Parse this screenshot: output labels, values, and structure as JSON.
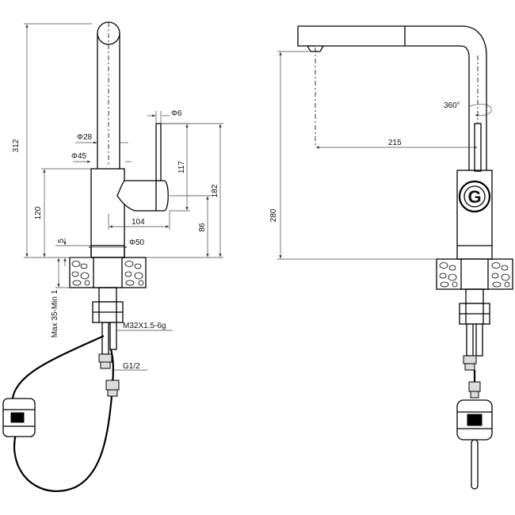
{
  "drawing": {
    "front_view": {
      "dim_total_height": "312",
      "dim_spout_diameter": "Φ28",
      "dim_body_diameter": "Φ45",
      "dim_handle_diameter": "Φ6",
      "dim_handle_height": "117",
      "dim_body_height": "120",
      "dim_lever_top": "182",
      "dim_lever_length": "104",
      "dim_base_height": "86",
      "dim_base_diameter": "Φ50",
      "dim_base_ring": "5",
      "dim_mount_thickness": "Max 35-Min 1",
      "dim_thread": "M32X1.5-6g",
      "dim_connector": "G1/2"
    },
    "side_view": {
      "dim_rotation": "360°",
      "dim_reach": "215",
      "dim_height": "280",
      "logo_letter": "G"
    }
  }
}
